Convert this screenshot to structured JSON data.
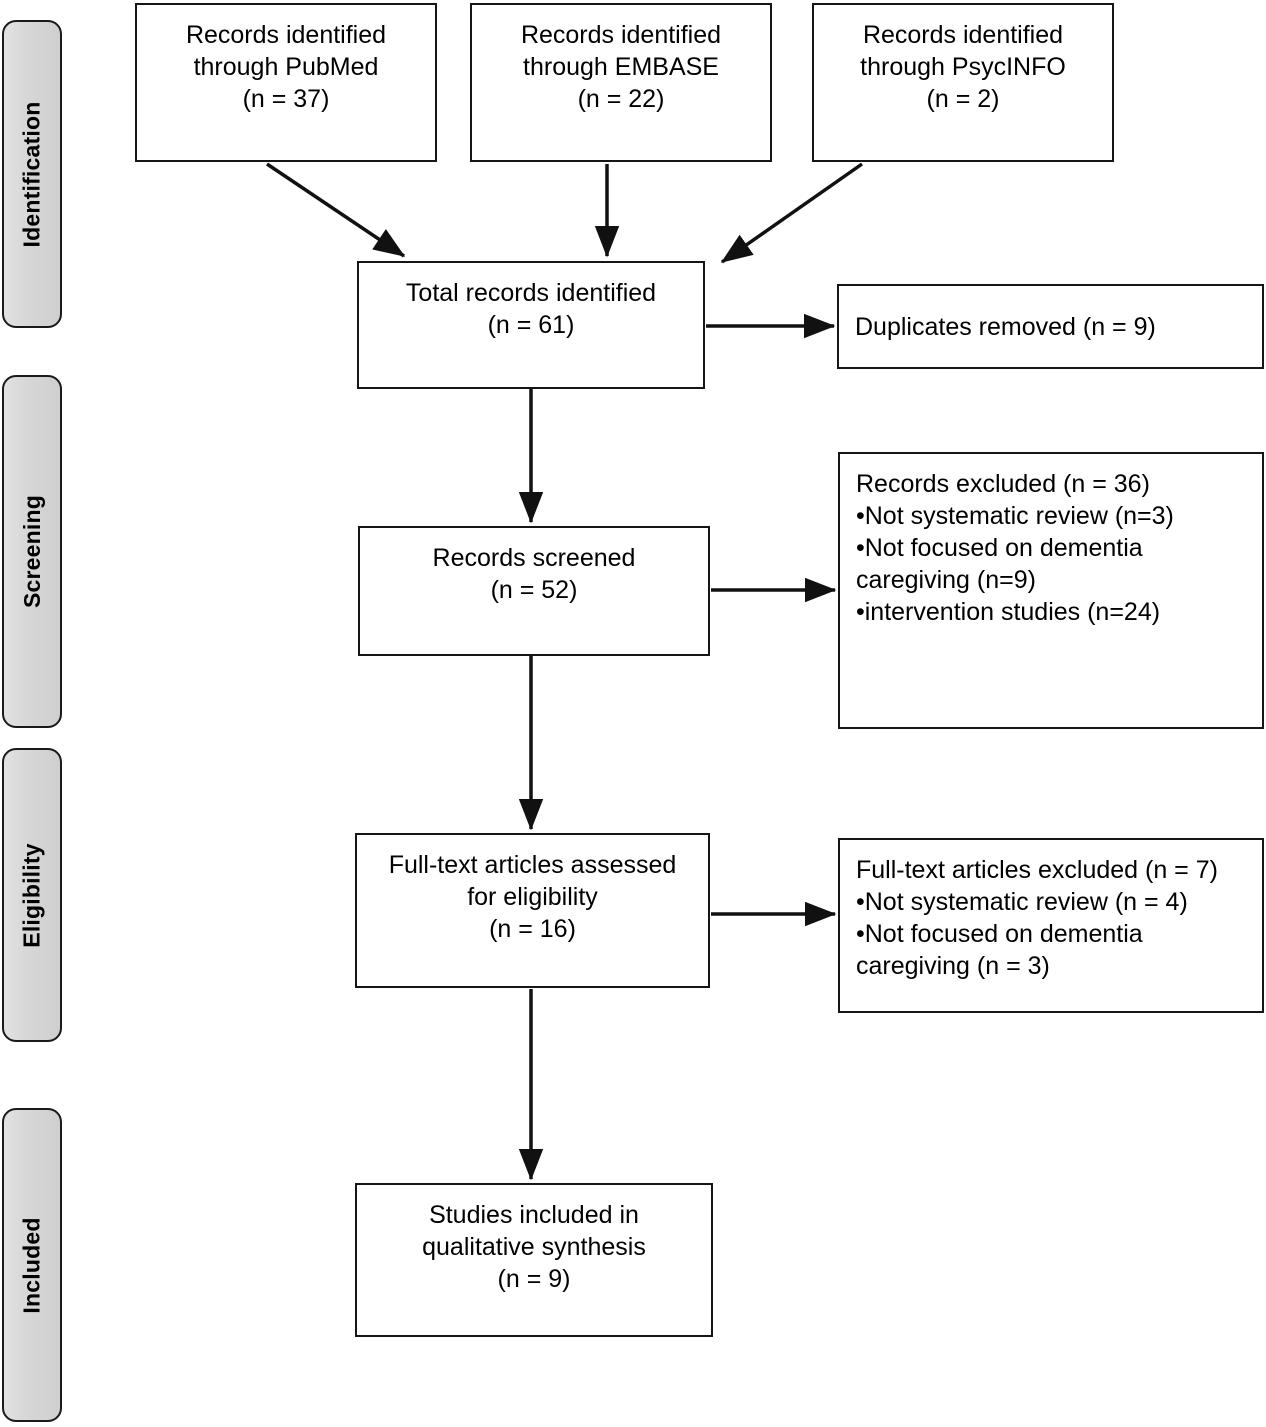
{
  "diagram": {
    "title": "PRISMA flow diagram",
    "type": "prisma-flowchart",
    "accent_fill": "#d6d6d6",
    "border_color": "#161616"
  },
  "stages": [
    {
      "id": "identification",
      "label": "Identification"
    },
    {
      "id": "screening",
      "label": "Screening"
    },
    {
      "id": "eligibility",
      "label": "Eligibility"
    },
    {
      "id": "included",
      "label": "Included"
    }
  ],
  "sources": [
    {
      "id": "pubmed",
      "line1": "Records identified",
      "line2": "through PubMed",
      "line3": "(n = 37)",
      "count": 37
    },
    {
      "id": "embase",
      "line1": "Records identified",
      "line2": "through EMBASE",
      "line3": "(n = 22)",
      "count": 22
    },
    {
      "id": "psycinfo",
      "line1": "Records identified",
      "line2": "through PsycINFO",
      "line3": "(n = 2)",
      "count": 2
    }
  ],
  "total_records": {
    "line1": "Total records identified",
    "line2": "(n = 61)",
    "count": 61
  },
  "duplicates_removed": {
    "line1": "Duplicates removed (n = 9)",
    "count": 9
  },
  "records_screened": {
    "line1": "Records screened",
    "line2": "(n = 52)",
    "count": 52
  },
  "records_excluded": {
    "heading": "Records excluded (n = 36)",
    "count": 36,
    "reasons": [
      "•Not systematic review (n=3)",
      "•Not focused on dementia",
      "caregiving (n=9)",
      "•intervention studies (n=24)"
    ]
  },
  "fulltext_assessed": {
    "line1": "Full-text articles assessed",
    "line2": "for eligibility",
    "line3": "(n = 16)",
    "count": 16
  },
  "fulltext_excluded": {
    "heading": "Full-text articles excluded (n = 7)",
    "count": 7,
    "reasons": [
      "•Not systematic review (n = 4)",
      "•Not focused on dementia",
      "caregiving (n = 3)"
    ]
  },
  "studies_included": {
    "line1": "Studies included in",
    "line2": "qualitative synthesis",
    "line3": "(n = 9)",
    "count": 9
  }
}
